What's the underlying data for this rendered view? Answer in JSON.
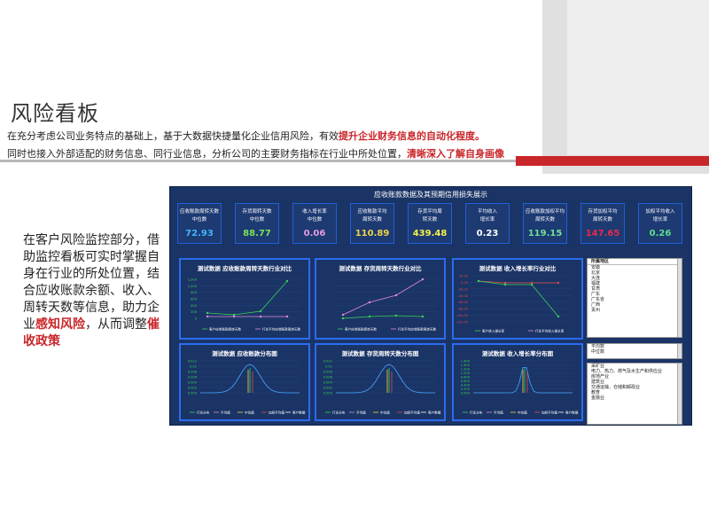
{
  "page": {
    "title": "风险看板",
    "intro_line1_a": "在充分考虑公司业务特点的基础上，基于大数据快捷量化企业信用风险，有效",
    "intro_line1_hl": "提升企业财务信息的自动化程度。",
    "intro_line2_a": "同时也接入外部适配的财务信息、同行业信息，分析公司的主要财务指标在行业中所处位置，",
    "intro_line2_hl": "清晰深入了解自身画像",
    "side_a": "在客户风险监控部分，借助监控看板可实时掌握自身在行业的所处位置，结合应收账款余额、收入、周转天数等信息，助力企业",
    "side_hl1": "感知风险",
    "side_b": "，从而调整",
    "side_hl2": "催收政策"
  },
  "dashboard": {
    "title": "应收账款数据及其预期信用损失展示",
    "kpis": [
      {
        "label": "应收账款周转天数\n中位数",
        "value": "72.93",
        "color": "#3fb7ff"
      },
      {
        "label": "存货周转天数\n中位数",
        "value": "88.77",
        "color": "#7be05a"
      },
      {
        "label": "收入增长率\n中位数",
        "value": "0.06",
        "color": "#e79ae0"
      },
      {
        "label": "应收账款平均\n周转天数",
        "value": "110.89",
        "color": "#f0d34a"
      },
      {
        "label": "存货平均周\n转天数",
        "value": "439.48",
        "color": "#f4f14a"
      },
      {
        "label": "平均收入\n增长率",
        "value": "0.23",
        "color": "#ffffff"
      },
      {
        "label": "应收账款加权平均\n周转天数",
        "value": "119.15",
        "color": "#6ee09a"
      },
      {
        "label": "存货加权平均\n周转天数",
        "value": "147.65",
        "color": "#e8294d"
      },
      {
        "label": "加权平均收入\n增长率",
        "value": "0.26",
        "color": "#5fe08a"
      }
    ],
    "line_titles": [
      "测试数据 应收账款周转天数行业对比",
      "测试数据 存货周转天数行业对比",
      "测试数据 收入增长率行业对比"
    ],
    "dist_titles": [
      "测试数据 应收账款分布图",
      "测试数据 存货周转天数分布图",
      "测试数据 收入增长率分布图"
    ],
    "legend_line1": [
      "客户应收账款周转天数",
      "行业平均应收账款周转天数"
    ],
    "legend_line3": [
      "客户收入增长率",
      "行业平均收入增长率"
    ],
    "legend_dist": [
      "行业分布",
      "平均值",
      "中位值",
      "加权平均值",
      "客户数据"
    ],
    "chart1_yticks": [
      "1,200",
      "1,000",
      "800",
      "600",
      "400",
      "200",
      "0"
    ],
    "chart3_yticks": [
      "20.00",
      "0.00",
      "-20.00",
      "-40.00",
      "-60.00",
      "-80.00",
      "-100.00",
      "-120.00"
    ],
    "dist_yticks": [
      "0.012",
      "0.01",
      "0.008",
      "0.006",
      "0.004",
      "0.002",
      "0.000"
    ],
    "dist3_yticks": [
      "1.600",
      "1.400",
      "1.200",
      "1.000",
      "0.800",
      "0.600",
      "0.400",
      "0.200",
      "0.000"
    ],
    "region_header": "所属地区",
    "regions": [
      "安徽",
      "北京",
      "大连",
      "福建",
      "甘肃",
      "广东",
      "广东省",
      "广西",
      "贵州"
    ],
    "year_items": [
      "平均数",
      "中位数"
    ],
    "industry_items": [
      "采矿业",
      "电力、热力、燃气及水生产和供应业",
      "房地产业",
      "建筑业",
      "交通运输、仓储和邮政业",
      "教育",
      "金融业"
    ]
  }
}
